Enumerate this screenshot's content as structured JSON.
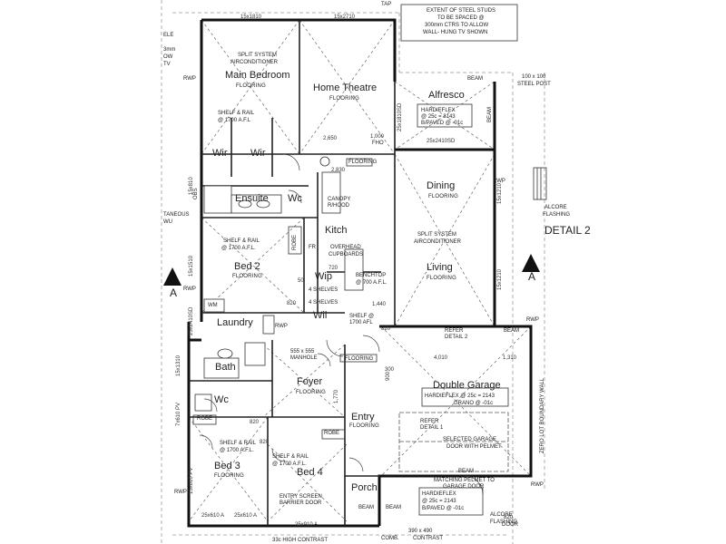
{
  "rooms": {
    "main_bedroom": "Main Bedroom",
    "home_theatre": "Home Theatre",
    "alfresco": "Alfresco",
    "dining": "Dining",
    "kitchen": "Kitch",
    "living": "Living",
    "ensuite": "Ensuite",
    "wc1": "Wc",
    "wir1": "Wir",
    "wir2": "Wir",
    "bed2": "Bed 2",
    "wip": "Wip",
    "wil": "Wil",
    "laundry": "Laundry",
    "bath": "Bath",
    "wc2": "Wc",
    "foyer": "Foyer",
    "double_garage": "Double Garage",
    "entry": "Entry",
    "bed3": "Bed 3",
    "bed4": "Bed 4",
    "porch": "Porch"
  },
  "labels": {
    "flooring": "FLOORING",
    "flooring_box": "FLOORING",
    "shelf_rail": "SHELF & RAIL",
    "shelf_rail_height": "@ 1700 A.F.L",
    "shelf_rail_bed2": "SHELF & RAIL",
    "shelf_rail_bed2_h": "@ 1700 A.F.L.",
    "shelf_rail_bed3": "SHELF & RAIL",
    "shelf_rail_bed3_h": "@ 1700 A.F.L.",
    "shelf_rail_bed4": "SHELF & RAIL",
    "shelf_rail_bed4_h": "@ 1700 A.F.L.",
    "split_system_1": "SPLIT SYSTEM",
    "split_system_1b": "AIRCONDITIONER",
    "split_system_2": "SPLIT SYSTEM",
    "split_system_2b": "AIRCONDITIONER",
    "steel_studs_1": "EXTENT OF STEEL STUDS",
    "steel_studs_2": "TO BE SPACED @",
    "steel_studs_3": "300mm CTRS TO ALLOW",
    "steel_studs_4": "WALL- HUNG TV SHOWN",
    "steel_post_1": "100 x 100",
    "steel_post_2": "STEEL POST",
    "hardieflex_1": "HARDIEFLEX",
    "hardieflex_1b": "@ 25c = 2143",
    "hardieflex_1c": "B/PAVED @ -01c",
    "hardieflex_2": "HARDIEFLEX @ 25c = 2143",
    "hardieflex_2b": "GRANO @ -01c",
    "hardieflex_3": "HARDIEFLEX",
    "hardieflex_3b": "@ 25c = 2143",
    "hardieflex_3c": "B/PAVED @ -01c",
    "canopy": "CANOPY",
    "rhood": "R/HOOD",
    "overhead": "OVERHEAD",
    "cupboards": "CUPBOARDS",
    "benchtop": "BENCHTOP",
    "benchtop_h": "@ 700 A.F.L.",
    "four_shelves_1": "4 SHELVES",
    "four_shelves_2": "4 SHELVES",
    "shelf_wil": "SHELF @",
    "shelf_wil_h": "1700 AFL",
    "manhole_1": "555 x 555",
    "manhole_2": "MANHOLE",
    "refer_1": "REFER",
    "refer_1b": "DETAIL 2",
    "refer_2": "REFER",
    "refer_2b": "DETAIL 1",
    "selected_garage": "SELECTED GARAGE",
    "selected_garage_2": "DOOR WITH PELMET",
    "matching_pelmet": "MATCHING PELMET TO",
    "matching_pelmet_2": "GARAGE DOOR",
    "entry_screen": "ENTRY SCREEN",
    "barrier_door": "BARRIER DOOR",
    "alcore_1": "ALCORE",
    "alcore_1b": "FLASHING",
    "alcore_2": "ALCORE",
    "alcore_2b": "FLASHING",
    "detail2": "DETAIL 2",
    "section_a1": "A",
    "section_a2": "A",
    "zero_lot": "ZERO LOT BOUNDARY WALL",
    "beam_1": "BEAM",
    "beam_2": "BEAM",
    "beam_3": "BEAM",
    "beam_4": "BEAM",
    "beam_5": "BEAM",
    "beam_6": "BEAM",
    "rwp_1": "RWP",
    "rwp_2": "RWP",
    "rwp_3": "RWP",
    "rwp_4": "RWP",
    "rwp_5": "RWP",
    "rwp_6": "RWP",
    "rwp_7": "RWP",
    "robe_1": "ROBE",
    "robe_2": "ROBE",
    "robe_3": "ROBE",
    "fr": "FR",
    "wm": "WM",
    "door_820": "820",
    "door_820b": "DOOR",
    "contrast": "390 x 490",
    "contrast_b": "CONTRAST",
    "comb": "COMB.",
    "high_contrast": "33c HIGH CONTRAST",
    "tap": "TAP",
    "ops": "OBS",
    "fho": "FHO",
    "left_notes": [
      "ELE",
      "3mm",
      "OW",
      "TV"
    ],
    "taneous": "TANEOUS",
    "wu": "WU"
  },
  "dims": {
    "d_1810": "15x1810",
    "d_2710": "15x2710",
    "d_2650": "2,650",
    "d_1000": "1,000",
    "d_2830": "2,830",
    "d_2410sd": "25x2410SD",
    "d_1810sd": "25x1810SD",
    "d_1210a": "15x1210",
    "d_1210b": "15x1210",
    "d_1440": "1,440",
    "d_4010": "4,010",
    "d_1310": "1,310",
    "d_610a": "25x610 A",
    "d_610b": "25x610 A",
    "d_910": "25x910 A",
    "d_1310b": "15x1310",
    "d_1510": "15x1510",
    "d_810": "15x810",
    "d_2410sd_l": "25x2410SD",
    "d_820a": "820",
    "d_820b": "820",
    "d_820c": "820",
    "d_820d": "820",
    "d_50": "50",
    "d_720": "720",
    "d_1770": "1,770",
    "d_900": "900",
    "d_300": "300",
    "d_610pv": "7x610 PV",
    "d_610pv2": "15x610 PV"
  }
}
